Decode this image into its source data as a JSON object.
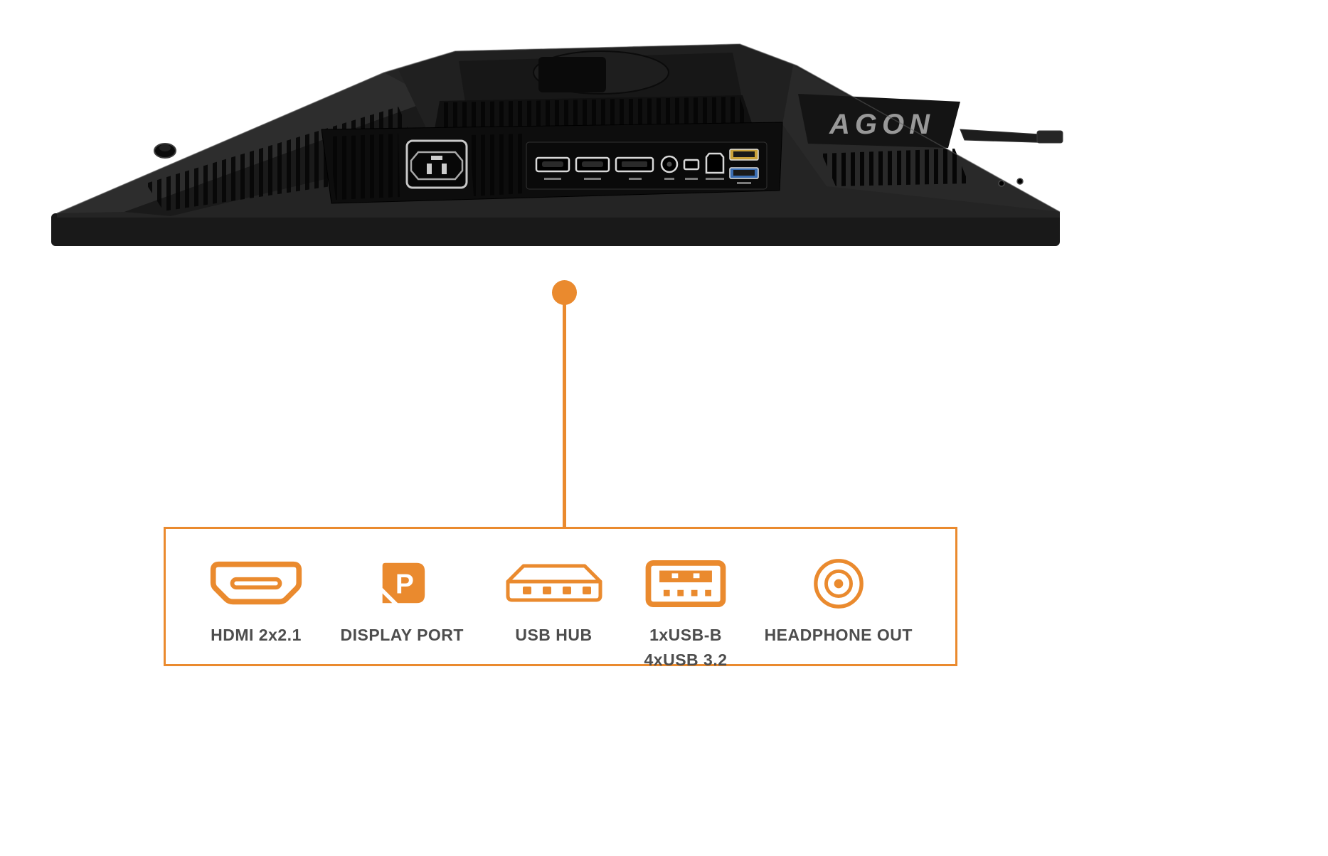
{
  "colors": {
    "accent": "#EA8A2E",
    "label_text": "#4D4D4D"
  },
  "monitor": {
    "brand_logo": "AGON"
  },
  "callout": {
    "items": [
      {
        "icon": "hdmi-icon",
        "label": "HDMI 2x2.1"
      },
      {
        "icon": "displayport-icon",
        "label": "DISPLAY PORT",
        "logo_letter": "P"
      },
      {
        "icon": "usb-hub-icon",
        "label": "USB HUB"
      },
      {
        "icon": "usb-port-icon",
        "label": "1xUSB-B",
        "label2": "4xUSB 3.2"
      },
      {
        "icon": "headphone-icon",
        "label": "HEADPHONE OUT"
      }
    ]
  }
}
